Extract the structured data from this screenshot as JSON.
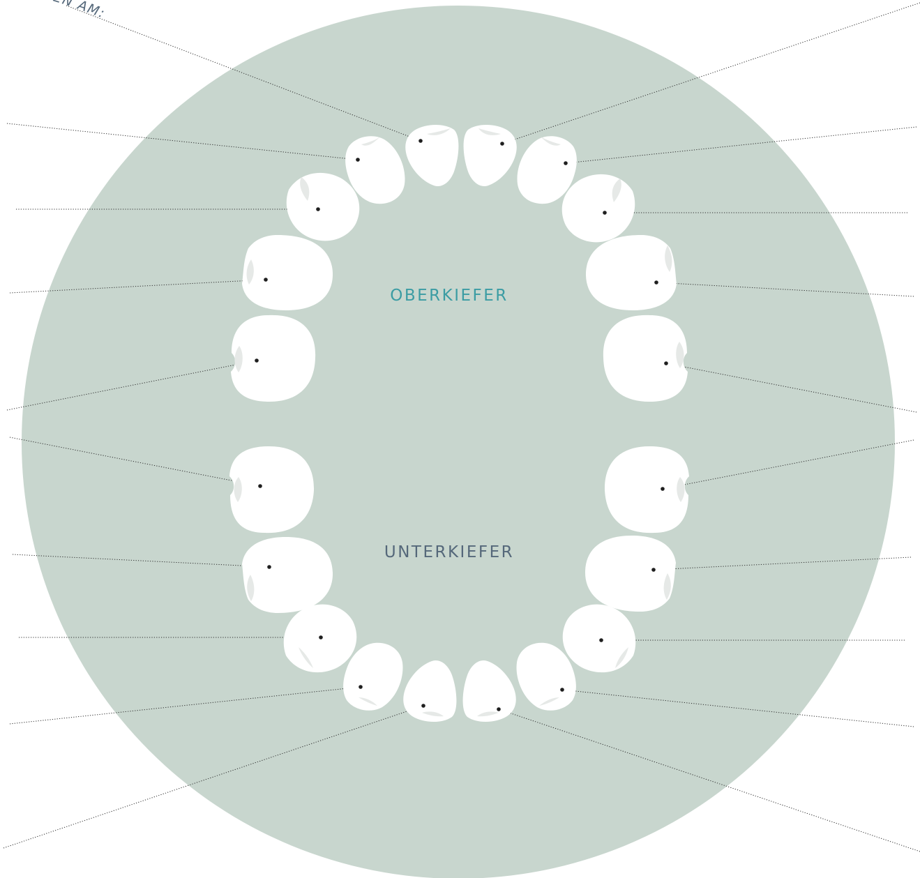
{
  "heading": {
    "visible_text": "EFALLEN AM:"
  },
  "jaws": {
    "upper_label": "OBERKIEFER",
    "lower_label": "UNTERKIEFER"
  },
  "colors": {
    "background_disc": "#c8d6ce",
    "tooth": "#ffffff",
    "tooth_shade": "#e6e9e7",
    "upper_label": "#3b9ca3",
    "lower_label": "#55687a",
    "heading": "#55687a",
    "leader_line": "#2c2c2c"
  },
  "teeth": {
    "upper": [
      {
        "id": "upper-left-molar-2",
        "shape": "molar"
      },
      {
        "id": "upper-left-molar-1",
        "shape": "molar"
      },
      {
        "id": "upper-left-canine",
        "shape": "canine"
      },
      {
        "id": "upper-left-lateral-incisor",
        "shape": "incisor"
      },
      {
        "id": "upper-left-central-incisor",
        "shape": "incisor"
      },
      {
        "id": "upper-right-central-incisor",
        "shape": "incisor"
      },
      {
        "id": "upper-right-lateral-incisor",
        "shape": "incisor"
      },
      {
        "id": "upper-right-canine",
        "shape": "canine"
      },
      {
        "id": "upper-right-molar-1",
        "shape": "molar"
      },
      {
        "id": "upper-right-molar-2",
        "shape": "molar"
      }
    ],
    "lower": [
      {
        "id": "lower-left-molar-2",
        "shape": "molar"
      },
      {
        "id": "lower-left-molar-1",
        "shape": "molar"
      },
      {
        "id": "lower-left-canine",
        "shape": "canine"
      },
      {
        "id": "lower-left-lateral-incisor",
        "shape": "incisor"
      },
      {
        "id": "lower-left-central-incisor",
        "shape": "incisor"
      },
      {
        "id": "lower-right-central-incisor",
        "shape": "incisor"
      },
      {
        "id": "lower-right-lateral-incisor",
        "shape": "incisor"
      },
      {
        "id": "lower-right-canine",
        "shape": "canine"
      },
      {
        "id": "lower-right-molar-1",
        "shape": "molar"
      },
      {
        "id": "lower-right-molar-2",
        "shape": "molar"
      }
    ]
  }
}
